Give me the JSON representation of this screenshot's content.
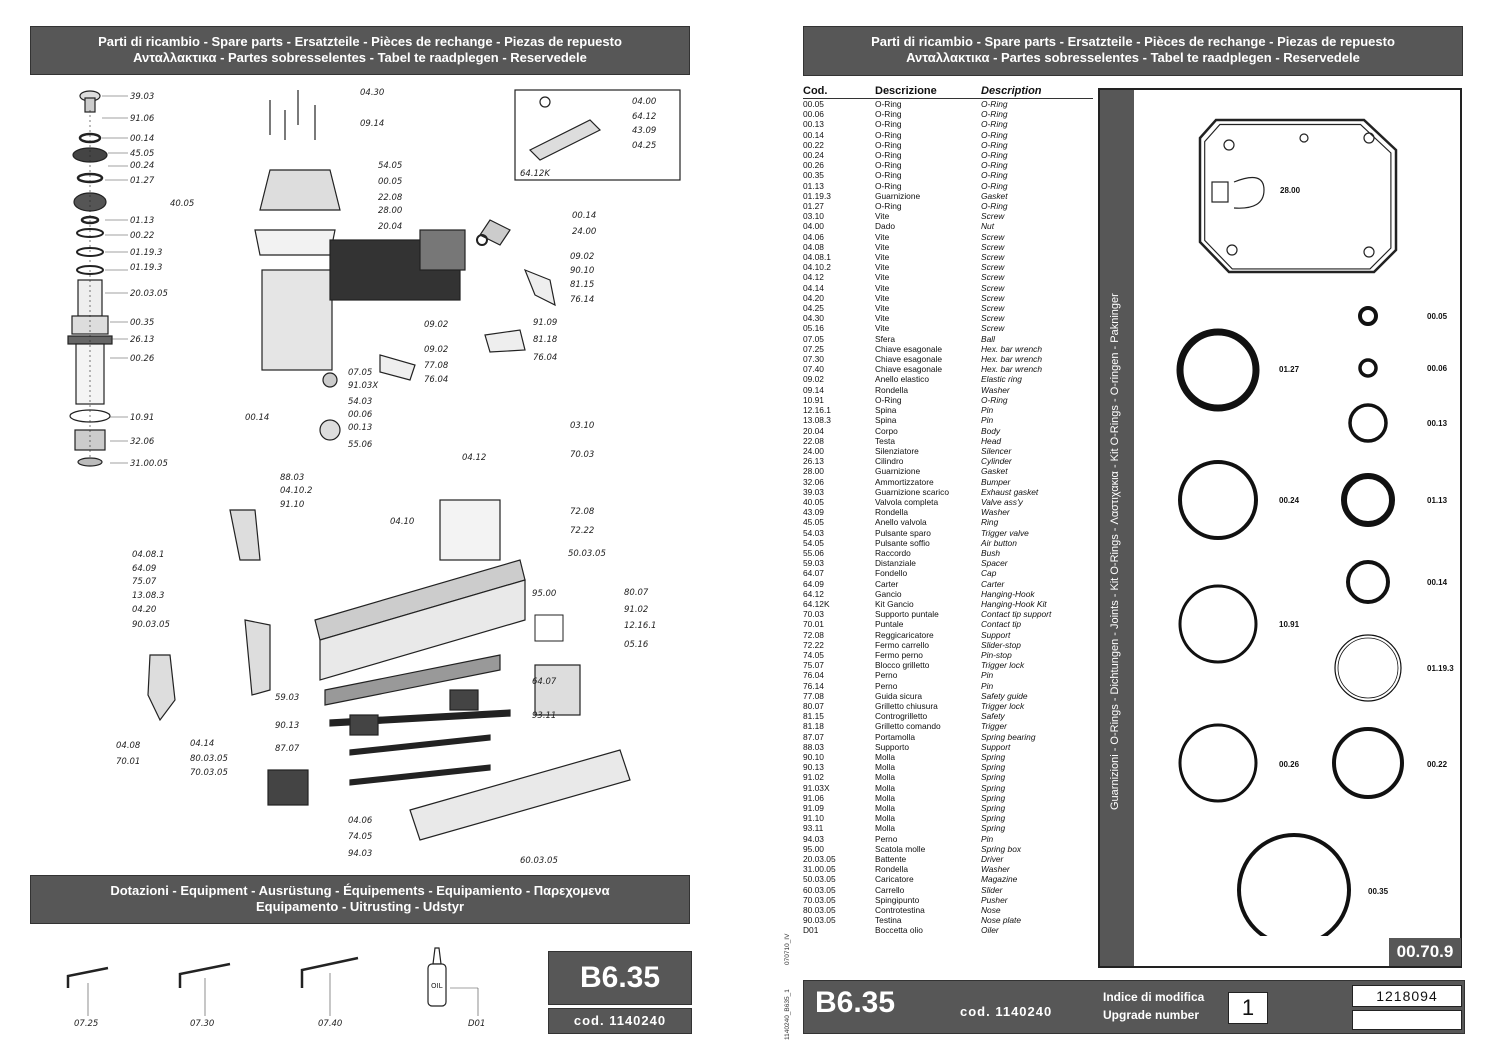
{
  "header": {
    "line1": "Parti di ricambio - Spare parts - Ersatzteile - Pièces de rechange - Piezas de repuesto",
    "line2": "Ανταλλακτικα - Partes sobresselentes - Tabel te raadplegen - Reservedele"
  },
  "equipment": {
    "line1": "Dotazioni - Equipment - Ausrüstung - Équipements - Equipamiento - Παρεχομενα",
    "line2": "Equipamento - Uitrusting - Udstyr",
    "items": [
      "07.25",
      "07.30",
      "07.40",
      "D01"
    ],
    "oil_label": "OIL"
  },
  "model": {
    "name": "B6.35",
    "code": "cod. 1140240"
  },
  "diagram_labels": {
    "top": [
      "39.03",
      "91.06",
      "00.14",
      "45.05",
      "00.24",
      "01.27",
      "40.05",
      "01.13",
      "00.22",
      "01.19.3",
      "01.19.3",
      "20.03.05",
      "00.35",
      "26.13",
      "00.26",
      "10.91",
      "32.06",
      "31.00.05"
    ],
    "body": [
      "04.30",
      "09.14",
      "54.05",
      "00.05",
      "22.08",
      "28.00",
      "20.04",
      "00.14",
      "24.00",
      "09.02",
      "90.10",
      "81.15",
      "76.14",
      "09.02",
      "91.09",
      "81.18",
      "76.04",
      "09.02",
      "77.08",
      "76.04",
      "07.05",
      "91.03X",
      "54.03",
      "00.06",
      "00.13",
      "55.06",
      "00.14"
    ],
    "hook": [
      "04.00",
      "64.12",
      "43.09",
      "04.25",
      "64.12K"
    ],
    "lower": [
      "03.10",
      "70.03",
      "04.12",
      "88.03",
      "04.10.2",
      "91.10",
      "72.08",
      "72.22",
      "04.10",
      "50.03.05",
      "04.08.1",
      "64.09",
      "75.07",
      "13.08.3",
      "04.20",
      "90.03.05",
      "95.00",
      "80.07",
      "91.02",
      "12.16.1",
      "05.16",
      "64.07",
      "59.03",
      "90.13",
      "93.11",
      "87.07",
      "04.08",
      "70.01",
      "04.14",
      "80.03.05",
      "70.03.05",
      "04.06",
      "74.05",
      "94.03",
      "60.03.05"
    ]
  },
  "parts_table": {
    "headers": [
      "Cod.",
      "Descrizione",
      "Description"
    ],
    "rows": [
      [
        "00.05",
        "O-Ring",
        "O-Ring"
      ],
      [
        "00.06",
        "O-Ring",
        "O-Ring"
      ],
      [
        "00.13",
        "O-Ring",
        "O-Ring"
      ],
      [
        "00.14",
        "O-Ring",
        "O-Ring"
      ],
      [
        "00.22",
        "O-Ring",
        "O-Ring"
      ],
      [
        "00.24",
        "O-Ring",
        "O-Ring"
      ],
      [
        "00.26",
        "O-Ring",
        "O-Ring"
      ],
      [
        "00.35",
        "O-Ring",
        "O-Ring"
      ],
      [
        "01.13",
        "O-Ring",
        "O-Ring"
      ],
      [
        "01.19.3",
        "Guarnizione",
        "Gasket"
      ],
      [
        "01.27",
        "O-Ring",
        "O-Ring"
      ],
      [
        "03.10",
        "Vite",
        "Screw"
      ],
      [
        "04.00",
        "Dado",
        "Nut"
      ],
      [
        "04.06",
        "Vite",
        "Screw"
      ],
      [
        "04.08",
        "Vite",
        "Screw"
      ],
      [
        "04.08.1",
        "Vite",
        "Screw"
      ],
      [
        "04.10.2",
        "Vite",
        "Screw"
      ],
      [
        "04.12",
        "Vite",
        "Screw"
      ],
      [
        "04.14",
        "Vite",
        "Screw"
      ],
      [
        "04.20",
        "Vite",
        "Screw"
      ],
      [
        "04.25",
        "Vite",
        "Screw"
      ],
      [
        "04.30",
        "Vite",
        "Screw"
      ],
      [
        "05.16",
        "Vite",
        "Screw"
      ],
      [
        "07.05",
        "Sfera",
        "Ball"
      ],
      [
        "07.25",
        "Chiave esagonale",
        "Hex. bar wrench"
      ],
      [
        "07.30",
        "Chiave esagonale",
        "Hex. bar wrench"
      ],
      [
        "07.40",
        "Chiave esagonale",
        "Hex. bar wrench"
      ],
      [
        "09.02",
        "Anello elastico",
        "Elastic ring"
      ],
      [
        "09.14",
        "Rondella",
        "Washer"
      ],
      [
        "10.91",
        "O-Ring",
        "O-Ring"
      ],
      [
        "12.16.1",
        "Spina",
        "Pin"
      ],
      [
        "13.08.3",
        "Spina",
        "Pin"
      ],
      [
        "20.04",
        "Corpo",
        "Body"
      ],
      [
        "22.08",
        "Testa",
        "Head"
      ],
      [
        "24.00",
        "Silenziatore",
        "Silencer"
      ],
      [
        "26.13",
        "Cilindro",
        "Cylinder"
      ],
      [
        "28.00",
        "Guarnizione",
        "Gasket"
      ],
      [
        "32.06",
        "Ammortizzatore",
        "Bumper"
      ],
      [
        "39.03",
        "Guarnizione scarico",
        "Exhaust gasket"
      ],
      [
        "40.05",
        "Valvola completa",
        "Valve ass'y"
      ],
      [
        "43.09",
        "Rondella",
        "Washer"
      ],
      [
        "45.05",
        "Anello valvola",
        "Ring"
      ],
      [
        "54.03",
        "Pulsante sparo",
        "Trigger valve"
      ],
      [
        "54.05",
        "Pulsante soffio",
        "Air button"
      ],
      [
        "55.06",
        "Raccordo",
        "Bush"
      ],
      [
        "59.03",
        "Distanziale",
        "Spacer"
      ],
      [
        "64.07",
        "Fondello",
        "Cap"
      ],
      [
        "64.09",
        "Carter",
        "Carter"
      ],
      [
        "64.12",
        "Gancio",
        "Hanging-Hook"
      ],
      [
        "64.12K",
        "Kit Gancio",
        "Hanging-Hook Kit"
      ],
      [
        "70.03",
        "Supporto puntale",
        "Contact tip support"
      ],
      [
        "70.01",
        "Puntale",
        "Contact tip"
      ],
      [
        "72.08",
        "Reggicaricatore",
        "Support"
      ],
      [
        "72.22",
        "Fermo carrello",
        "Slider-stop"
      ],
      [
        "74.05",
        "Fermo perno",
        "Pin-stop"
      ],
      [
        "75.07",
        "Blocco grilletto",
        "Trigger lock"
      ],
      [
        "76.04",
        "Perno",
        "Pin"
      ],
      [
        "76.14",
        "Perno",
        "Pin"
      ],
      [
        "77.08",
        "Guida sicura",
        "Safety guide"
      ],
      [
        "80.07",
        "Grilletto chiusura",
        "Trigger lock"
      ],
      [
        "81.15",
        "Controgrilletto",
        "Safety"
      ],
      [
        "81.18",
        "Grilletto comando",
        "Trigger"
      ],
      [
        "87.07",
        "Portamolla",
        "Spring bearing"
      ],
      [
        "88.03",
        "Supporto",
        "Support"
      ],
      [
        "90.10",
        "Molla",
        "Spring"
      ],
      [
        "90.13",
        "Molla",
        "Spring"
      ],
      [
        "91.02",
        "Molla",
        "Spring"
      ],
      [
        "91.03X",
        "Molla",
        "Spring"
      ],
      [
        "91.06",
        "Molla",
        "Spring"
      ],
      [
        "91.09",
        "Molla",
        "Spring"
      ],
      [
        "91.10",
        "Molla",
        "Spring"
      ],
      [
        "93.11",
        "Molla",
        "Spring"
      ],
      [
        "94.03",
        "Perno",
        "Pin"
      ],
      [
        "95.00",
        "Scatola molle",
        "Spring box"
      ],
      [
        "20.03.05",
        "Battente",
        "Driver"
      ],
      [
        "31.00.05",
        "Rondella",
        "Washer"
      ],
      [
        "50.03.05",
        "Caricatore",
        "Magazine"
      ],
      [
        "60.03.05",
        "Carrello",
        "Slider"
      ],
      [
        "70.03.05",
        "Spingipunto",
        "Pusher"
      ],
      [
        "80.03.05",
        "Controtestina",
        "Nose"
      ],
      [
        "90.03.05",
        "Testina",
        "Nose plate"
      ],
      [
        "D01",
        "Boccetta olio",
        "Oiler"
      ]
    ]
  },
  "oring_kit": {
    "side_title": "Guarnizioni - O-Rings - Dichtungen - Joints - Kit O-Rings - Λαστιχακια - Kit O-Rings - O-ringen - Pakninger",
    "gasket_code": "28.00",
    "ring_codes": [
      "00.05",
      "01.27",
      "00.06",
      "00.13",
      "00.24",
      "01.13",
      "00.14",
      "10.91",
      "01.19.3",
      "00.26",
      "00.22",
      "00.35"
    ],
    "kit_code": "00.70.9"
  },
  "footer_right": {
    "model": "B6.35",
    "code": "cod. 1140240",
    "index_label_1": "Indice di modifica",
    "index_label_2": "Upgrade number",
    "index_value": "1",
    "doc_number": "1218094",
    "note_1": "070710_IV",
    "note_2": "1140240_B635_1"
  }
}
